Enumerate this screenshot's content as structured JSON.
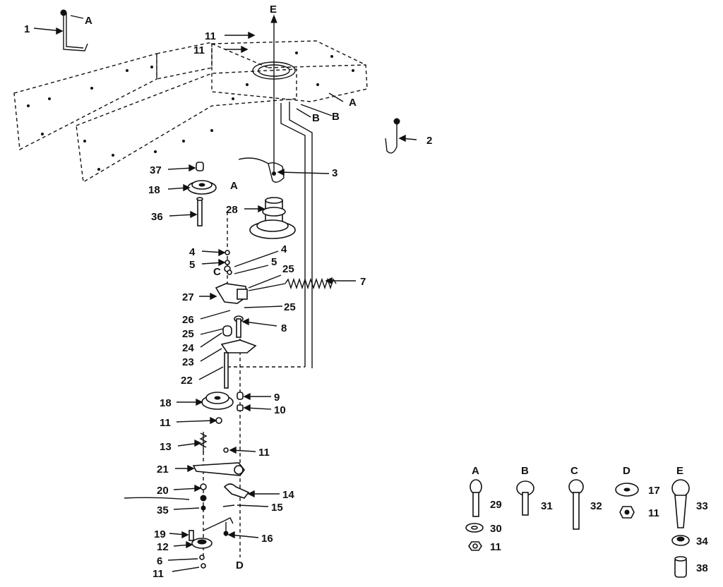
{
  "callouts": {
    "n1": "1",
    "a_top": "A",
    "n2": "2",
    "n3": "3",
    "e_top": "E",
    "n11_top1": "11",
    "n11_top2": "11",
    "a_r": "A",
    "b1": "B",
    "b2": "B",
    "n37": "37",
    "n18_top": "18",
    "a_mid": "A",
    "n36": "36",
    "n28": "28",
    "n4_l": "4",
    "n4_r": "4",
    "n5_l": "5",
    "c_mid": "C",
    "n5_r": "5",
    "n25_a": "25",
    "n7": "7",
    "n27": "27",
    "n25_b": "25",
    "n26": "26",
    "n8": "8",
    "n25_c": "25",
    "n24": "24",
    "n23": "23",
    "n22": "22",
    "n9": "9",
    "n18_bot": "18",
    "n10": "10",
    "n11_mid": "11",
    "n13": "13",
    "n11_low": "11",
    "n21": "21",
    "n20": "20",
    "n14": "14",
    "n35": "35",
    "n15": "15",
    "n19": "19",
    "n16": "16",
    "n12": "12",
    "n6": "6",
    "n11_bot": "11",
    "d_bot": "D"
  },
  "key": {
    "groups": [
      {
        "letter": "A",
        "parts": [
          "29",
          "30",
          "11"
        ]
      },
      {
        "letter": "B",
        "parts": [
          "31"
        ]
      },
      {
        "letter": "C",
        "parts": [
          "32"
        ]
      },
      {
        "letter": "D",
        "parts": [
          "17",
          "11"
        ]
      },
      {
        "letter": "E",
        "parts": [
          "33",
          "34",
          "38"
        ]
      }
    ]
  },
  "icons": [
    "hardware-hook-icon",
    "spring-icon",
    "pulley-icon",
    "bolt-icon",
    "washer-icon",
    "nut-icon",
    "spacer-icon"
  ]
}
